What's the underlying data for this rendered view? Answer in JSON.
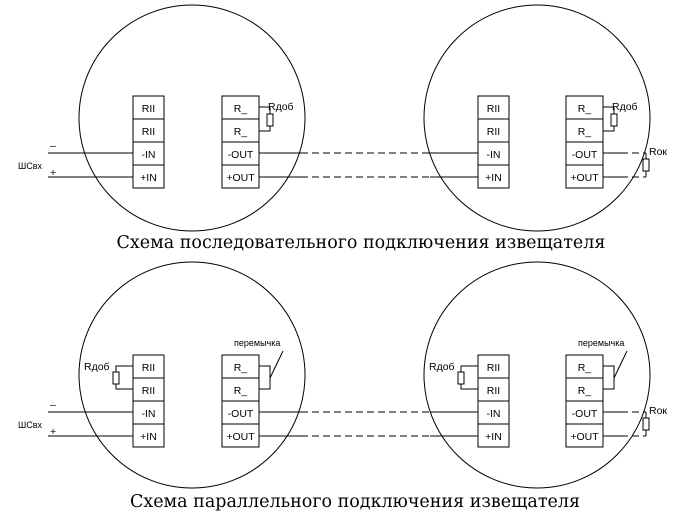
{
  "terminals": {
    "input_block": [
      "RII",
      "RII",
      "-IN",
      "+IN"
    ],
    "output_block": [
      "R_",
      "R_",
      "-OUT",
      "+OUT"
    ]
  },
  "labels": {
    "loop_input": "ШСвх",
    "minus": "–",
    "plus": "+",
    "r_add": "Rдоб",
    "r_end": "Rок",
    "jumper": "перемычка"
  },
  "captions": {
    "serial": "Схема последовательного подключения извещателя",
    "parallel": "Схема параллельного подключения извещателя"
  }
}
